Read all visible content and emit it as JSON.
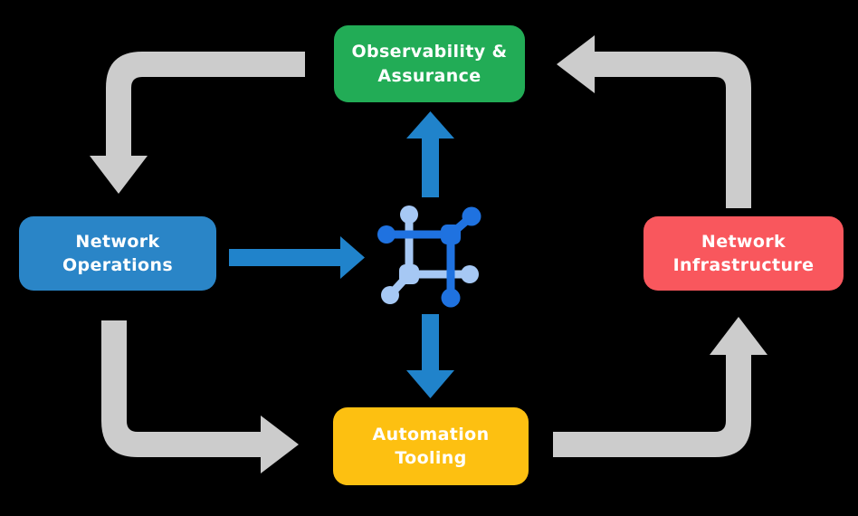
{
  "diagram": {
    "type": "cycle-flow",
    "background": "#000000",
    "text_color": "#FFFFFF",
    "nodes": [
      {
        "id": "observability-assurance",
        "label": "Observability &\nAssurance",
        "color": "#22AC56",
        "position": "top"
      },
      {
        "id": "network-operations",
        "label": "Network\nOperations",
        "color": "#2A85C7",
        "position": "left"
      },
      {
        "id": "network-infrastructure",
        "label": "Network\nInfrastructure",
        "color": "#F9575D",
        "position": "right"
      },
      {
        "id": "automation-tooling",
        "label": "Automation\nTooling",
        "color": "#FDC011",
        "position": "bottom"
      }
    ],
    "center_icon": {
      "name": "network-mesh-icon",
      "dark_color": "#1F72E0",
      "light_color": "#A6C8F4"
    },
    "cycle_arrows": {
      "color": "#CCCCCC",
      "links": [
        "observability-assurance -> network-operations",
        "network-operations -> automation-tooling",
        "automation-tooling -> network-infrastructure",
        "network-infrastructure -> observability-assurance"
      ]
    },
    "flow_arrows": {
      "color": "#2083CB",
      "links": [
        "network-operations -> center-icon",
        "center-icon -> observability-assurance",
        "center-icon -> automation-tooling"
      ]
    }
  }
}
